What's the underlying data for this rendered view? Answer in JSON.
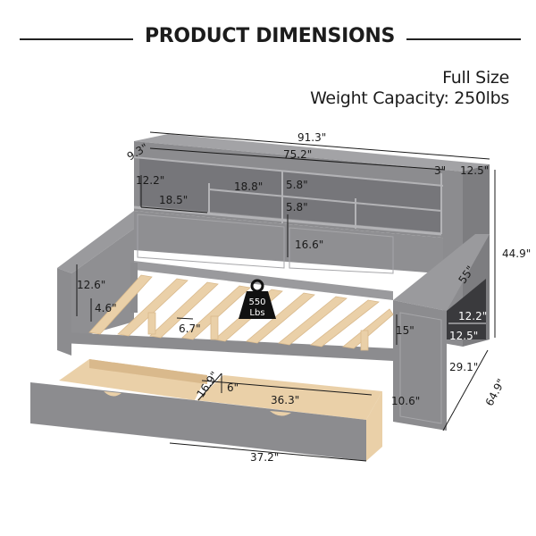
{
  "header": {
    "title": "PRODUCT DIMENSIONS",
    "size": "Full Size",
    "weight_capacity": "Weight Capacity: 250lbs"
  },
  "colors": {
    "frame_gray": "#8c8c8f",
    "frame_dark": "#6f6f72",
    "shelf_dark": "#3a3a3d",
    "wood": "#ead0a8",
    "wood_dark": "#d9b98c",
    "text": "#1a1a1a"
  },
  "badge": {
    "value": "550",
    "unit": "Lbs"
  },
  "dimensions": {
    "overall_length": "91.3\"",
    "headboard_depth": "9.3\"",
    "shelf_inner_length": "75.2\"",
    "divider_gap": "3\"",
    "side_shelf_width": "12.5\"",
    "overall_height": "44.9\"",
    "shelf_height_left": "12.2\"",
    "shelf_width_left": "18.5\"",
    "mid_shelf_width": "18.8\"",
    "upper_cubby_height": "5.8\"",
    "lower_cubby_height": "5.8\"",
    "headboard_panel_height": "16.6\"",
    "footboard_height": "12.6\"",
    "rail_to_slat": "4.6\"",
    "slat_gap": "6.7\"",
    "desk_length": "55\"",
    "side_cubby_height": "12.2\"",
    "side_cubby_width": "12.5\"",
    "rail_height": "15\"",
    "desk_height": "29.1\"",
    "overall_width": "64.9\"",
    "floor_clearance": "10.6\"",
    "drawer_depth": "16.9\"",
    "drawer_height": "6\"",
    "drawer_inner_length": "36.3\"",
    "drawer_length": "37.2\""
  }
}
